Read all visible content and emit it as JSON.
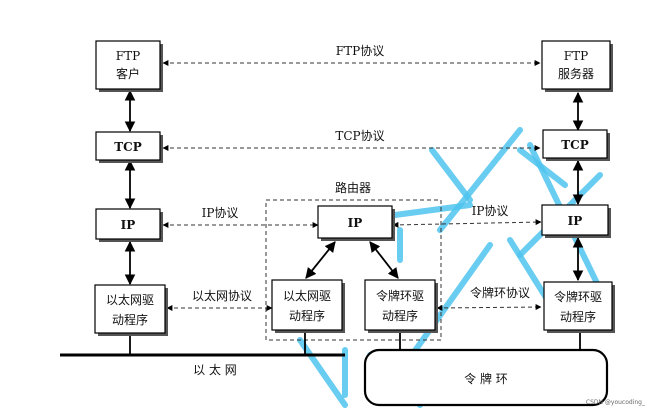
{
  "nodes": {
    "ftp_client": [
      "FTP",
      "客户"
    ],
    "ftp_server": [
      "FTP",
      "服务器"
    ],
    "tcp_left": "TCP",
    "tcp_right": "TCP",
    "ip_left": "IP",
    "ip_router": "IP",
    "ip_right": "IP",
    "eth_left": [
      "以太网驱",
      "动程序"
    ],
    "eth_router": [
      "以太网驱",
      "动程序"
    ],
    "token_router": [
      "令牌环驱",
      "动程序"
    ],
    "token_right": [
      "令牌环驱",
      "动程序"
    ]
  },
  "labels": {
    "ftp_protocol": "FTP协议",
    "tcp_protocol": "TCP协议",
    "ip_protocol_left": "IP协议",
    "ip_protocol_right": "IP协议",
    "ethernet_protocol": "以太网协议",
    "token_ring_protocol": "令牌环协议",
    "router": "路由器",
    "ethernet": "以 太 网",
    "token_ring": "令 牌 环"
  },
  "watermark": {
    "credit": "CSDN @youcoding_",
    "color": "#4fc3ee"
  }
}
